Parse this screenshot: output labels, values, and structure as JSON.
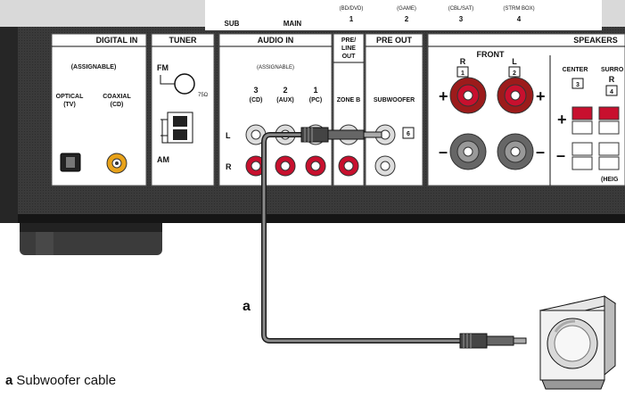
{
  "top_inputs": [
    {
      "label": "SUB"
    },
    {
      "label": "MAIN"
    },
    {
      "label": "(BD/DVD)",
      "num": "1"
    },
    {
      "label": "(GAME)",
      "num": "2"
    },
    {
      "label": "(CBL/SAT)",
      "num": "3"
    },
    {
      "label": "(STRM BOX)",
      "num": "4"
    }
  ],
  "sections": {
    "digital_in": "DIGITAL IN",
    "tuner": "TUNER",
    "audio_in": "AUDIO IN",
    "pre_line_out": [
      "PRE/",
      "LINE",
      "OUT"
    ],
    "pre_out": "PRE OUT",
    "speakers": "SPEAKERS"
  },
  "digital": {
    "assignable": "(ASSIGNABLE)",
    "optical": [
      "OPTICAL",
      "(TV)"
    ],
    "coaxial": [
      "COAXIAL",
      "(CD)"
    ]
  },
  "tuner_labels": {
    "fm": "FM",
    "am": "AM",
    "ohm": "75Ω"
  },
  "audio_in": {
    "assignable": "(ASSIGNABLE)",
    "channels": [
      {
        "num": "3",
        "name": "(CD)"
      },
      {
        "num": "2",
        "name": "(AUX)"
      },
      {
        "num": "1",
        "name": "(PC)"
      }
    ],
    "left": "L",
    "right": "R"
  },
  "zone_b": "ZONE B",
  "subwoofer": {
    "label": "SUBWOOFER",
    "number": "6"
  },
  "speakers": {
    "front": "FRONT",
    "r": "R",
    "l": "L",
    "num1": "1",
    "num2": "2",
    "center": "CENTER",
    "num3": "3",
    "surround": "SURRO",
    "surround_r": "R",
    "num4": "4",
    "height": "(HEIG",
    "plus": "+",
    "minus": "–"
  },
  "callout": "a",
  "caption": {
    "letter": "a",
    "text": "Subwoofer cable"
  }
}
